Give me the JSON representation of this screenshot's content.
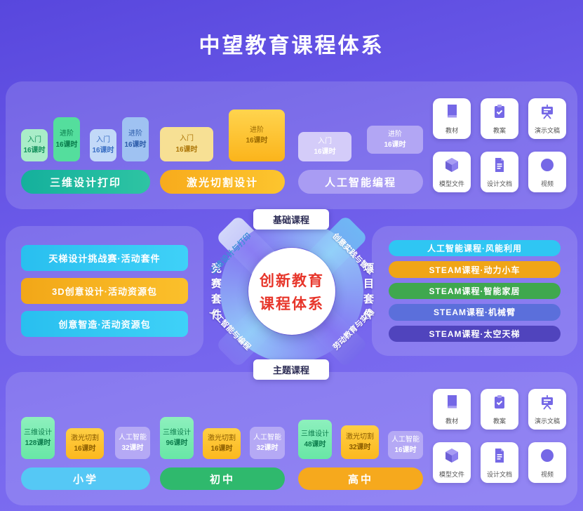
{
  "page": {
    "title": "中望教育课程体系"
  },
  "badges": {
    "basic": "基础课程",
    "theme": "主题课程"
  },
  "center": {
    "title_line1": "创新教育",
    "title_line2": "课程体系",
    "ribbon_top_left": "三维设计与打印",
    "ribbon_top_right": "创意实践与智造",
    "ribbon_bottom_left": "人工智能与编程",
    "ribbon_bottom_right": "劳动教育与实践",
    "left_kit": "竞赛套件",
    "right_kit": "项目套件",
    "accent_color": "#e7362b"
  },
  "basic": {
    "courses": [
      {
        "name": "三维设计打印",
        "levels": [
          {
            "label": "入门",
            "hours": "16课时"
          },
          {
            "label": "进阶",
            "hours": "16课时"
          },
          {
            "label": "入门",
            "hours": "16课时"
          },
          {
            "label": "进阶",
            "hours": "16课时"
          }
        ]
      },
      {
        "name": "激光切割设计",
        "levels": [
          {
            "label": "入门",
            "hours": "16课时"
          },
          {
            "label": "进阶",
            "hours": "16课时"
          }
        ]
      },
      {
        "name": "人工智能编程",
        "levels": [
          {
            "label": "入门",
            "hours": "16课时"
          },
          {
            "label": "进阶",
            "hours": "16课时"
          }
        ]
      }
    ]
  },
  "competition": {
    "items": [
      {
        "label": "天梯设计挑战赛·活动套件",
        "color": "#2fc6f3"
      },
      {
        "label": "3D创意设计·活动资源包",
        "color": "#f6b42a"
      },
      {
        "label": "创意智造·活动资源包",
        "color": "#2fc6f3"
      }
    ]
  },
  "project": {
    "items": [
      {
        "label": "人工智能课程·风能利用",
        "color": "#2fc6f3"
      },
      {
        "label": "STEAM课程·动力小车",
        "color": "#f0a517"
      },
      {
        "label": "STEAM课程·智能家居",
        "color": "#3fa84e"
      },
      {
        "label": "STEAM课程·机械臂",
        "color": "#5b6fdb"
      },
      {
        "label": "STEAM课程·太空天梯",
        "color": "#5044bd"
      }
    ]
  },
  "theme": {
    "stages": [
      {
        "name": "小学",
        "color": "#55c8f5",
        "subjects": [
          {
            "label": "三维设计",
            "hours": "128课时"
          },
          {
            "label": "激光切割",
            "hours": "16课时"
          },
          {
            "label": "人工智能",
            "hours": "32课时"
          }
        ]
      },
      {
        "name": "初中",
        "color": "#2fb96d",
        "subjects": [
          {
            "label": "三维设计",
            "hours": "96课时"
          },
          {
            "label": "激光切割",
            "hours": "16课时"
          },
          {
            "label": "人工智能",
            "hours": "32课时"
          }
        ]
      },
      {
        "name": "高中",
        "color": "#f6a91d",
        "subjects": [
          {
            "label": "三维设计",
            "hours": "48课时"
          },
          {
            "label": "激光切割",
            "hours": "32课时"
          },
          {
            "label": "人工智能",
            "hours": "16课时"
          }
        ]
      }
    ]
  },
  "resources": [
    {
      "label": "教材",
      "icon": "book-icon"
    },
    {
      "label": "教案",
      "icon": "clipboard-icon"
    },
    {
      "label": "演示文稿",
      "icon": "presentation-icon"
    },
    {
      "label": "模型文件",
      "icon": "cube-icon"
    },
    {
      "label": "设计文档",
      "icon": "document-icon"
    },
    {
      "label": "视频",
      "icon": "video-icon"
    }
  ]
}
